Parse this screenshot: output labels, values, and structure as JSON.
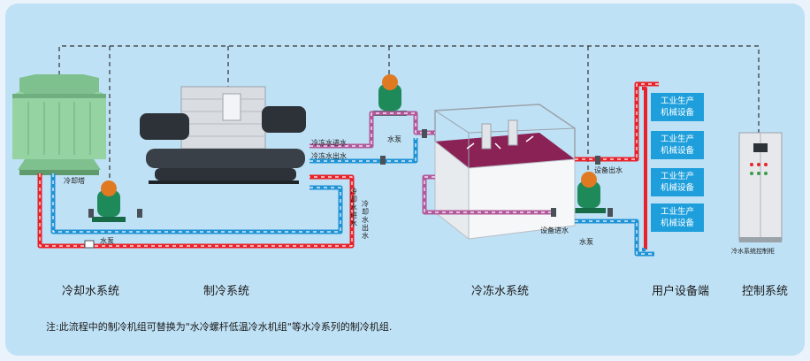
{
  "top_title": "",
  "section_labels": {
    "cooling_water_system": "冷却水系统",
    "refrigeration_system": "制冷系统",
    "chilled_water_system": "冷冻水系统",
    "user_equipment_end": "用户设备端",
    "control_system": "控制系统"
  },
  "component_labels": {
    "cooling_tower": "冷却塔",
    "pump_left": "水泵",
    "pump_top": "水泵",
    "pump_right": "水泵",
    "chilled_water_inlet": "冷冻水进水",
    "chilled_water_outlet": "冷冻水出水",
    "cooling_water_inlet": "冷却水进水",
    "cooling_water_outlet": "冷却水出水",
    "equipment_outlet": "设备出水",
    "equipment_inlet": "设备进水",
    "control_cabinet": "冷水系统控制柜"
  },
  "equipment_boxes": [
    {
      "line1": "工业生产",
      "line2": "机械设备"
    },
    {
      "line1": "工业生产",
      "line2": "机械设备"
    },
    {
      "line1": "工业生产",
      "line2": "机械设备"
    },
    {
      "line1": "工业生产",
      "line2": "机械设备"
    }
  ],
  "footnote": "注:此流程中的制冷机组可替换为\"水冷螺杆低温冷水机组\"等水冷系列的制冷机组.",
  "colors": {
    "hot_pipe": "#e8222a",
    "cold_pipe": "#1f93d6",
    "chilled_pipe": "#b2599c",
    "equipment_box": "#1e9fdc",
    "panel": "#bfe1f5",
    "tower": "#8fcf9e",
    "pump": "#1e8a5a"
  }
}
